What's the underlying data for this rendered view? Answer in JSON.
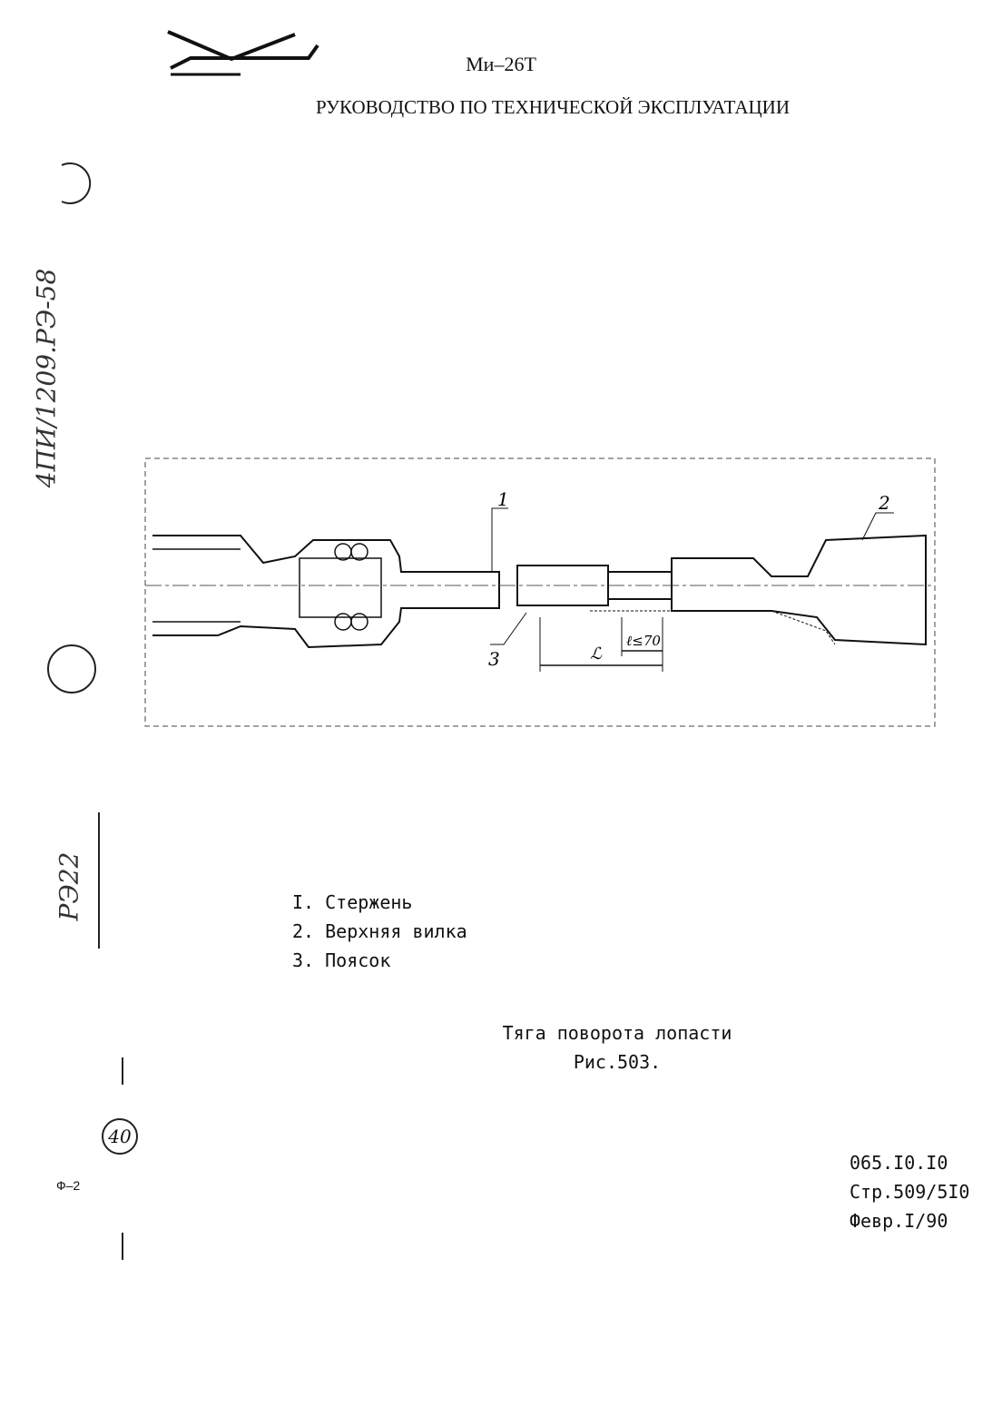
{
  "header": {
    "model": "Ми–26Т",
    "title": "РУКОВОДСТВО ПО ТЕХНИЧЕСКОЙ ЭКСПЛУАТАЦИИ"
  },
  "margin_notes": {
    "vertical_note_1": "4ПИ/1209.РЭ-58",
    "vertical_note_2": "РЭ22"
  },
  "figure": {
    "callouts": [
      "1",
      "2",
      "3"
    ],
    "dimension_L": "ℒ",
    "dimension_l": "ℓ≤70"
  },
  "parts_list": [
    "I. Стержень",
    "2. Верхняя вилка",
    "3. Поясок"
  ],
  "caption": {
    "title": "Тяга поворота лопасти",
    "fig": "Рис.503."
  },
  "page_info": {
    "doc_code": "065.I0.I0",
    "page": "Стр.509/5I0",
    "date": "Февр.I/90"
  },
  "stamps": {
    "badge": "40",
    "form": "Ф–2"
  }
}
